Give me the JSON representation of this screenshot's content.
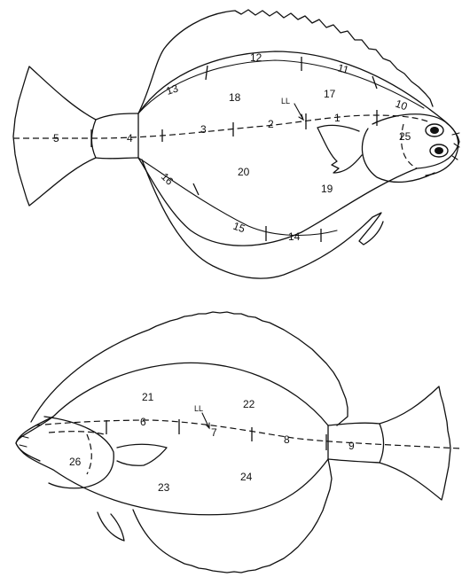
{
  "top_fish": {
    "lateral_line_label": "LL",
    "region_labels": [
      "1",
      "2",
      "3",
      "4",
      "5",
      "10",
      "11",
      "12",
      "13",
      "14",
      "15",
      "16",
      "17",
      "18",
      "19",
      "20",
      "25"
    ]
  },
  "bottom_fish": {
    "lateral_line_label": "LL",
    "region_labels": [
      "6",
      "7",
      "8",
      "9",
      "21",
      "22",
      "23",
      "24",
      "26"
    ]
  }
}
